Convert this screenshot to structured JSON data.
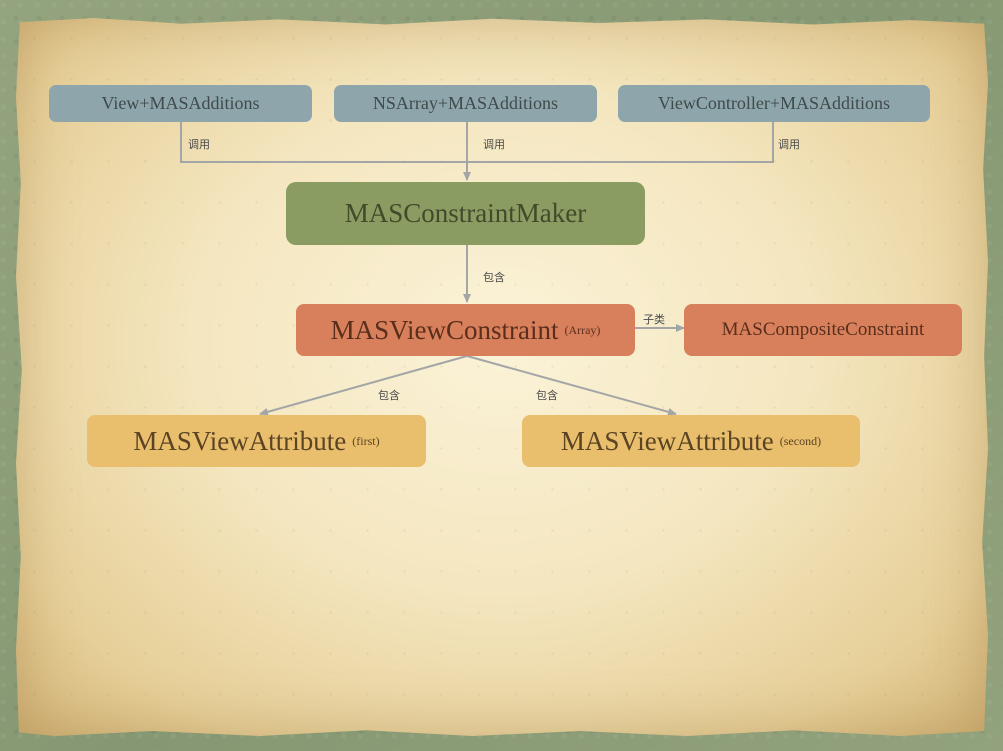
{
  "nodes": {
    "view_additions": "View+MASAdditions",
    "array_additions": "NSArray+MASAdditions",
    "vc_additions": "ViewController+MASAdditions",
    "maker": "MASConstraintMaker",
    "view_constraint": "MASViewConstraint",
    "view_constraint_note": "(Array)",
    "composite_constraint": "MASCompositeConstraint",
    "attr_first": "MASViewAttribute",
    "attr_first_note": "(first)",
    "attr_second": "MASViewAttribute",
    "attr_second_note": "(second)"
  },
  "edges": {
    "call_1": "调用",
    "call_2": "调用",
    "call_3": "调用",
    "contains_maker": "包含",
    "subclass": "子类",
    "contains_first": "包含",
    "contains_second": "包含"
  },
  "colors": {
    "top_nodes": "#8ea6ab",
    "maker": "#8b9c63",
    "constraint": "#d8805b",
    "attribute": "#e9be6c",
    "edge": "#a3a5a6",
    "background": "#8d9f78",
    "paper": "#f4e6bf"
  }
}
